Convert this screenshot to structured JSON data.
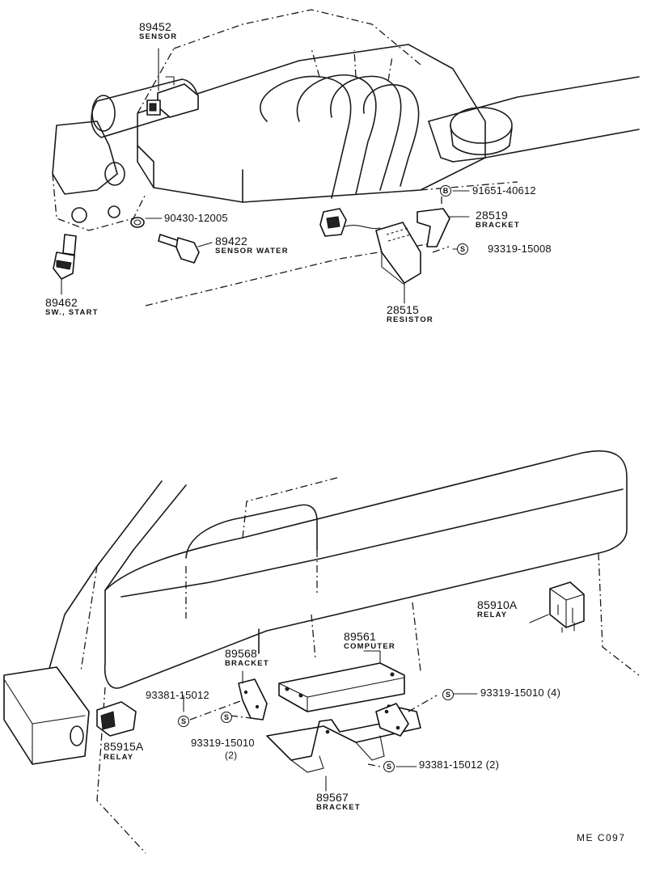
{
  "parts": {
    "p89452": {
      "number": "89452",
      "name": "SENSOR"
    },
    "p90430": {
      "number": "90430-12005"
    },
    "p89422": {
      "number": "89422",
      "name": "SENSOR WATER"
    },
    "p89462": {
      "number": "89462",
      "name": "SW., START"
    },
    "p91651": {
      "number": "91651-40612",
      "symbol": "B"
    },
    "p28519": {
      "number": "28519",
      "name": "BRACKET"
    },
    "p93319a": {
      "number": "93319-15008",
      "symbol": "S"
    },
    "p28515": {
      "number": "28515",
      "name": "RESISTOR"
    },
    "p85910": {
      "number": "85910A",
      "name": "RELAY"
    },
    "p89561": {
      "number": "89561",
      "name": "COMPUTER"
    },
    "p89568": {
      "number": "89568",
      "name": "BRACKET"
    },
    "p93381a": {
      "number": "93381-15012",
      "symbol": "S"
    },
    "p93319b": {
      "number": "93319-15010",
      "qty": "(2)",
      "symbol": "S"
    },
    "p93319c": {
      "number": "93319-15010 (4)",
      "symbol": "S"
    },
    "p93381b": {
      "number": "93381-15012 (2)",
      "symbol": "S"
    },
    "p85915": {
      "number": "85915A",
      "name": "RELAY"
    },
    "p89567": {
      "number": "89567",
      "name": "BRACKET"
    }
  },
  "drawing_code": "ME  C097",
  "colors": {
    "ink": "#111111",
    "paper": "#ffffff"
  }
}
